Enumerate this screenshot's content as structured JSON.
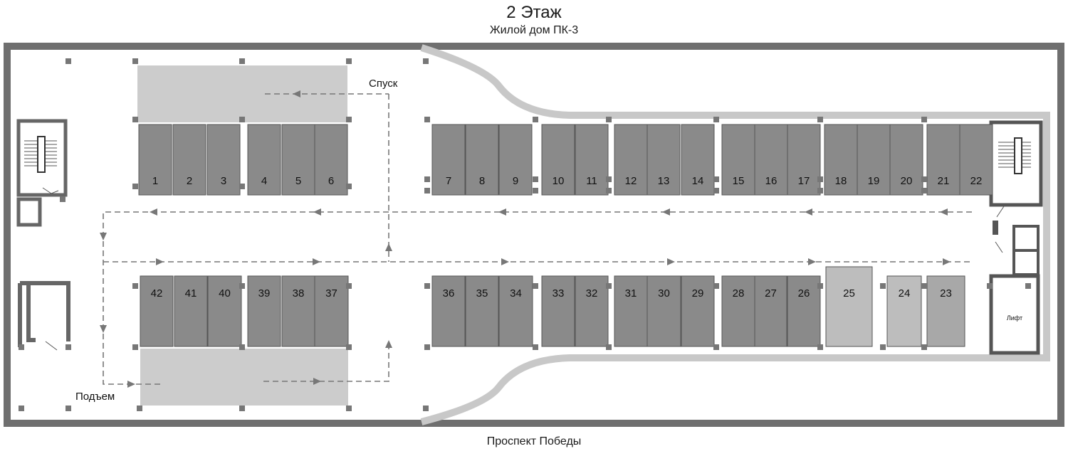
{
  "header": {
    "title": "2 Этаж",
    "subtitle": "Жилой дом ПК-3"
  },
  "footer": {
    "street": "Проспект Победы"
  },
  "labels": {
    "descent": "Спуск",
    "ascent": "Подъем",
    "lift": "Лифт"
  },
  "colors": {
    "space_dark": "#8a8a8a",
    "space_light": "#bdbdbd",
    "space_mid": "#a8a8a8",
    "ramp": "#cccccc",
    "wall": "#777777",
    "route": "#777777"
  },
  "spaces_top": [
    "1",
    "2",
    "3",
    "4",
    "5",
    "6",
    "7",
    "8",
    "9",
    "10",
    "11",
    "12",
    "13",
    "14",
    "15",
    "16",
    "17",
    "18",
    "19",
    "20",
    "21",
    "22"
  ],
  "spaces_bottom": [
    "42",
    "41",
    "40",
    "39",
    "38",
    "37",
    "36",
    "35",
    "34",
    "33",
    "32",
    "31",
    "30",
    "29",
    "28",
    "27",
    "26",
    "25",
    "24",
    "23"
  ],
  "space_states": {
    "25": "light",
    "24": "light",
    "23": "mid"
  }
}
